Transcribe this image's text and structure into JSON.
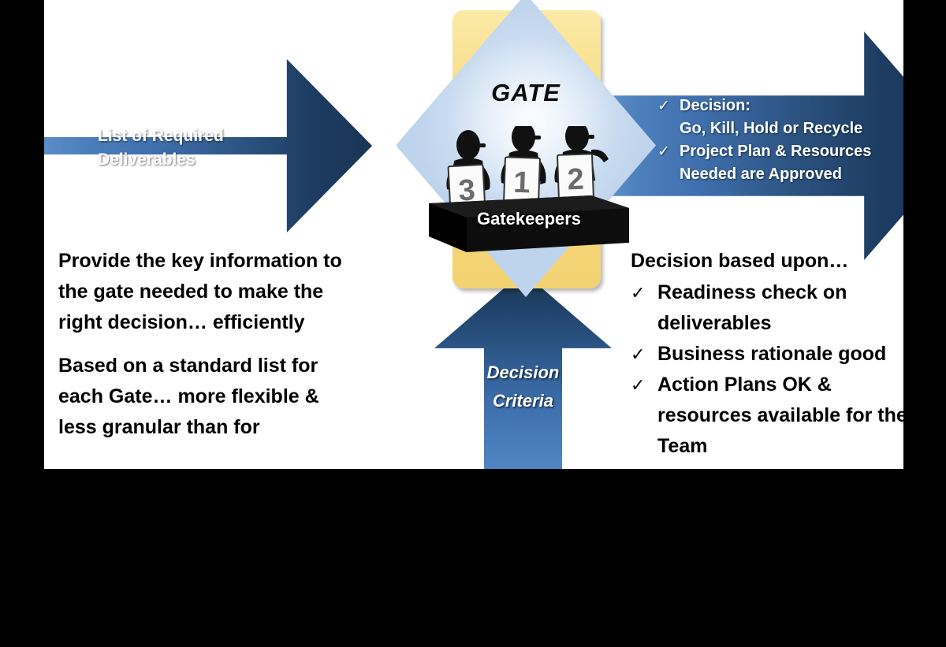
{
  "slide": {
    "background_color": "#000000",
    "panel_color": "#ffffff"
  },
  "colors": {
    "arrow_light_blue": "#4a7ebb",
    "arrow_dark_navy": "#1b3a5e",
    "gate_card_yellow": "#f7dc82",
    "diamond_light_blue": "#c4d6ee",
    "diamond_highlight": "#f4f8fd",
    "gatekeeper_black": "#111111",
    "text_white": "#ffffff",
    "text_black": "#000000"
  },
  "left_arrow": {
    "line1": "List of Required",
    "line2": "Deliverables",
    "direction": "right"
  },
  "right_arrow": {
    "direction": "right",
    "items": [
      {
        "check": "✓",
        "line1": "Decision:",
        "line2": "Go, Kill, Hold or Recycle"
      },
      {
        "check": "✓",
        "line1": "Project Plan & Resources",
        "line2": "Needed are Approved"
      }
    ]
  },
  "gate": {
    "title": "GATE",
    "gatekeepers_label": "Gatekeepers",
    "score_cards": [
      "3",
      "1",
      "2"
    ],
    "judge_count": 3
  },
  "bottom_arrow": {
    "direction": "up",
    "line1": "Decision",
    "line2": "Criteria"
  },
  "left_text": {
    "paragraphs": [
      "Provide the key information to the gate needed to make the right decision… efficiently",
      "Based on a standard list for each Gate… more flexible & less granular than for"
    ],
    "clipped_note": "text clipped by panel edge"
  },
  "right_text": {
    "header": "Decision based upon…",
    "bullets": [
      {
        "check": "✓",
        "text": "Readiness check on deliverables"
      },
      {
        "check": "✓",
        "text": "Business rationale good"
      },
      {
        "check": "✓",
        "text": "Action Plans OK & resources available for the Team"
      }
    ]
  }
}
